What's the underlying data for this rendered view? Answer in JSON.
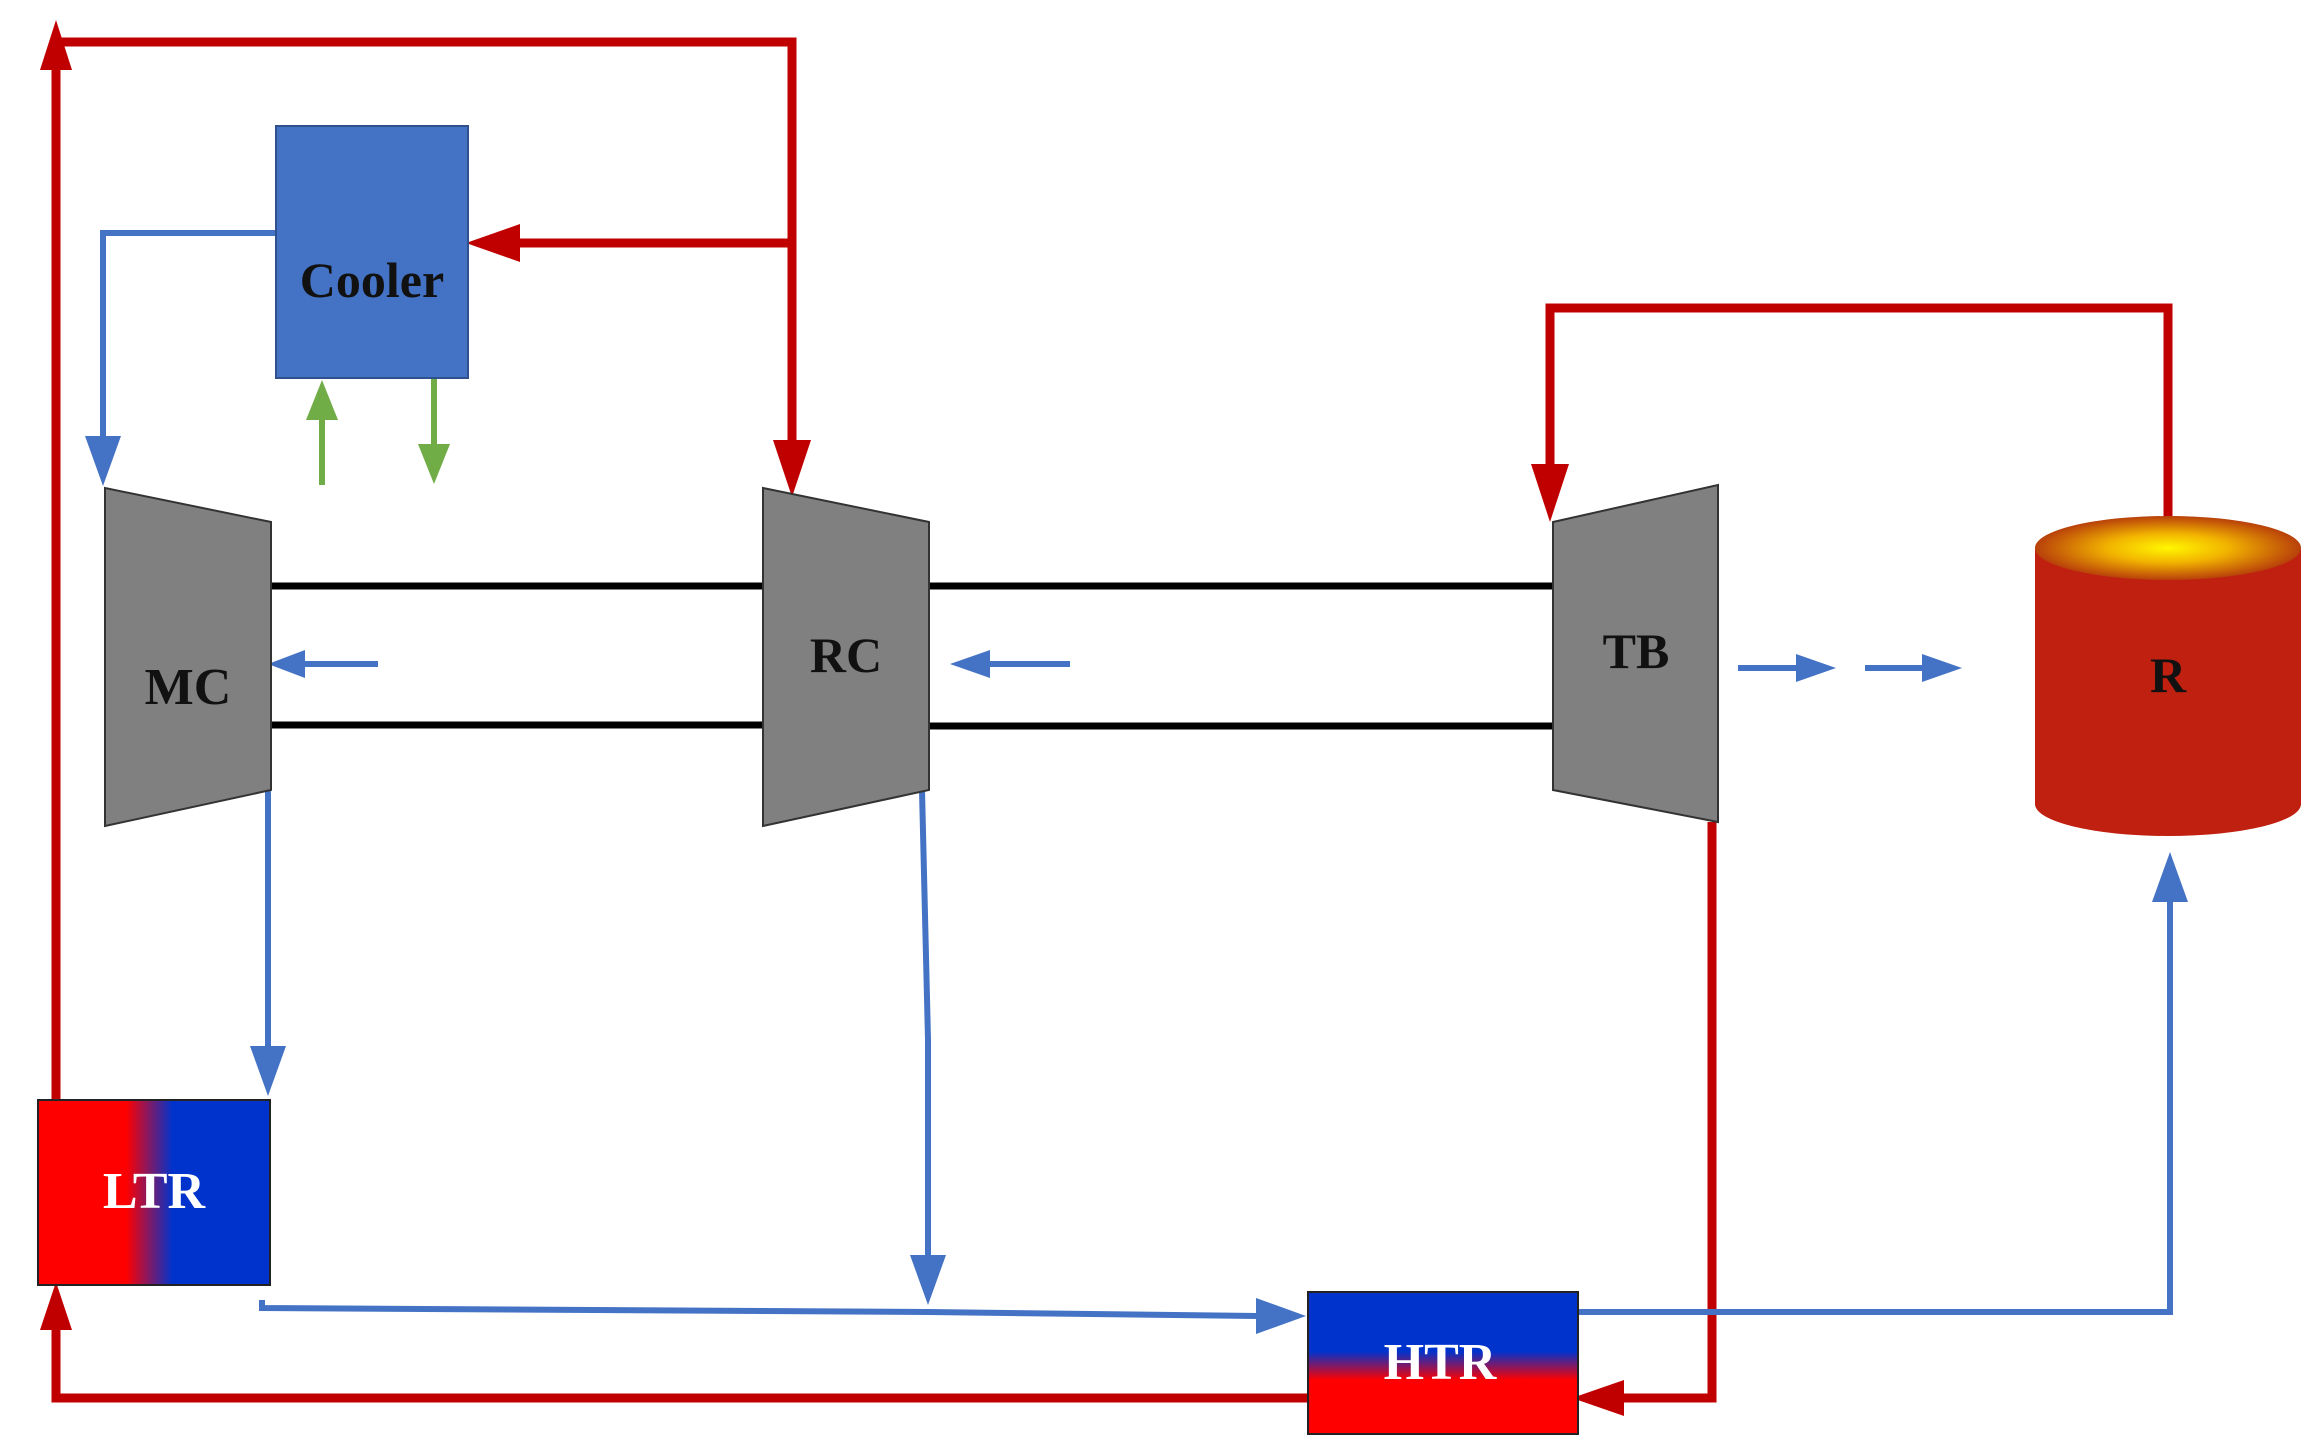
{
  "components": {
    "cooler": "Cooler",
    "mc": "MC",
    "rc": "RC",
    "tb": "TB",
    "r": "R",
    "ltr": "LTR",
    "htr": "HTR"
  },
  "colors": {
    "hot_line": "#c00000",
    "cold_line": "#4472c4",
    "coolant_line": "#70ad47",
    "turbomachine": "#808080",
    "shaft": "#000000",
    "cooler_fill": "#4472c4",
    "recuperator_hot": "#ff0000",
    "recuperator_cold": "#0033cc",
    "reactor_body": "#c0200f",
    "reactor_top_glow": "#ffe800"
  },
  "icons": {
    "flow_arrow": "arrowhead-icon",
    "reactor": "cylinder-icon"
  }
}
